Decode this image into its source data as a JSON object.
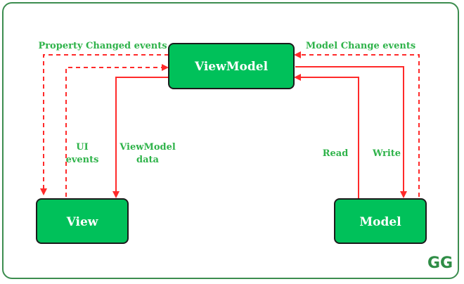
{
  "diagram": {
    "nodes": {
      "viewmodel": "ViewModel",
      "view": "View",
      "model": "Model"
    },
    "edges": {
      "property_changed": "Property Changed events",
      "model_change": "Model Change events",
      "ui_events_line1": "UI",
      "ui_events_line2": "events",
      "viewmodel_data_line1": "ViewModel",
      "viewmodel_data_line2": "data",
      "read": "Read",
      "write": "Write"
    },
    "logo": "GG"
  },
  "colors": {
    "node_fill": "#00c15a",
    "node_border": "#1b1b1b",
    "solid_arrow": "#ff2a2a",
    "dashed_arrow": "#ff2a2a",
    "label_green": "#2fb34a",
    "frame": "#3c8d4f"
  }
}
